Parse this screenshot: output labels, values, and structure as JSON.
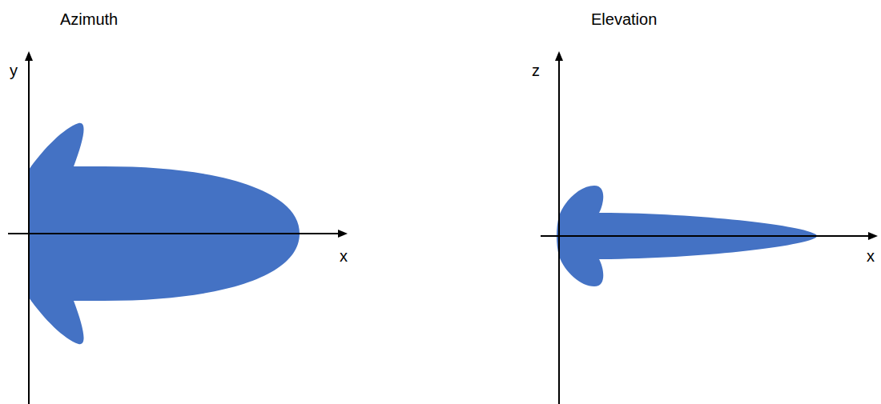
{
  "diagram": {
    "labels": [
      "Azimuth",
      "y",
      "x",
      "Elevation",
      "z",
      "x"
    ]
  }
}
